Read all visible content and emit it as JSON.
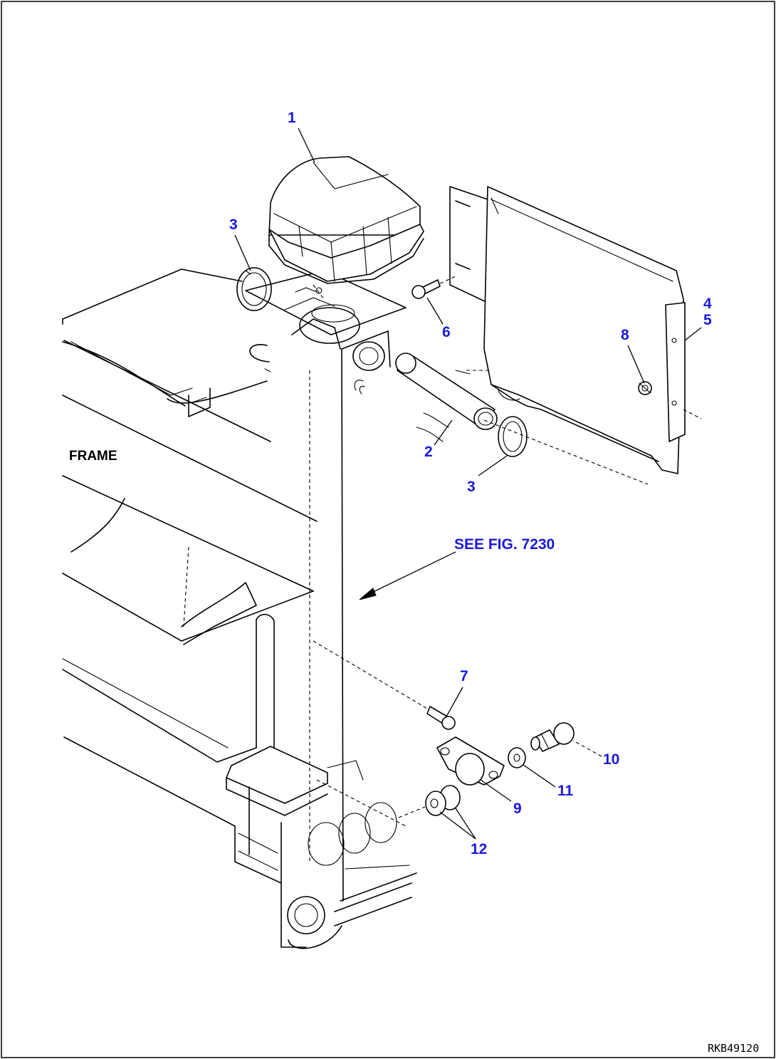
{
  "diagram": {
    "frame_label": "FRAME",
    "see_figure": "SEE FIG. 7230",
    "reference_code": "RKB49120",
    "callouts": {
      "c1": "1",
      "c2": "2",
      "c3a": "3",
      "c3b": "3",
      "c4": "4",
      "c5": "5",
      "c6": "6",
      "c7": "7",
      "c8": "8",
      "c9": "9",
      "c10": "10",
      "c11": "11",
      "c12": "12"
    }
  }
}
